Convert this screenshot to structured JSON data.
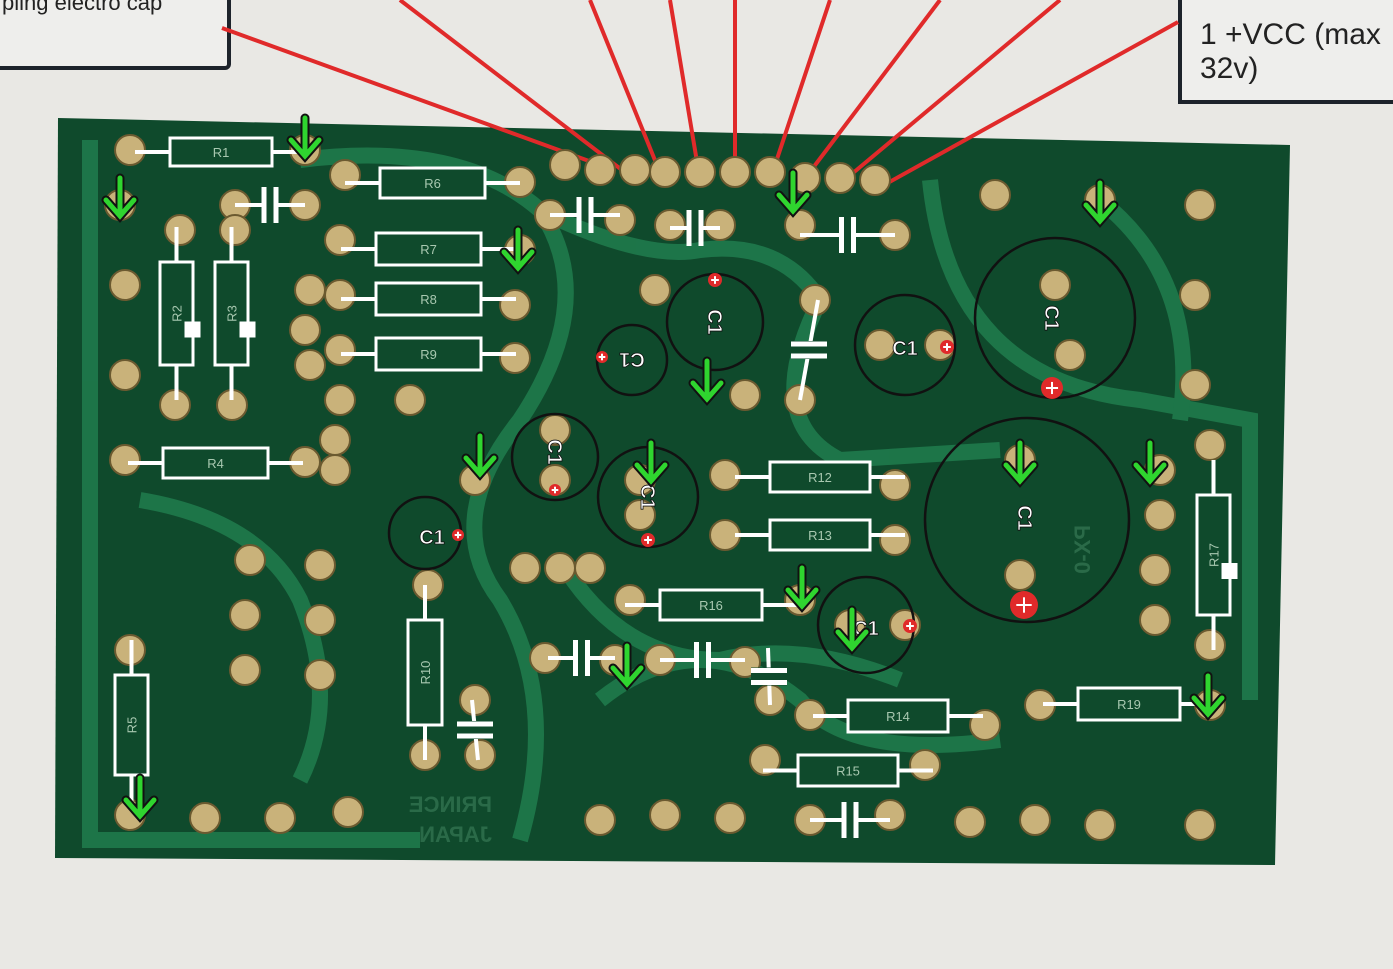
{
  "callouts": {
    "left": "pling electro cap",
    "right_line1": "1 +VCC (max",
    "right_line2": "32v)"
  },
  "resistors": [
    "R1",
    "R6",
    "R7",
    "R8",
    "R9",
    "R2",
    "R3",
    "R4",
    "R5",
    "R10",
    "R12",
    "R13",
    "R16",
    "R14",
    "R15",
    "R19",
    "R17"
  ],
  "capacitors": [
    "C1",
    "C1",
    "C1",
    "C1",
    "C1",
    "C1",
    "C1",
    "C1",
    "C1"
  ],
  "board_text": {
    "maker": "PRINCE",
    "country": "JAPAN",
    "model": "PX-0"
  },
  "colors": {
    "board": "#0f4a2c",
    "trace": "#1f7a4c",
    "annotation_line": "#e02a2a",
    "arrow": "#2fd52f",
    "pad": "#c9b27a"
  }
}
